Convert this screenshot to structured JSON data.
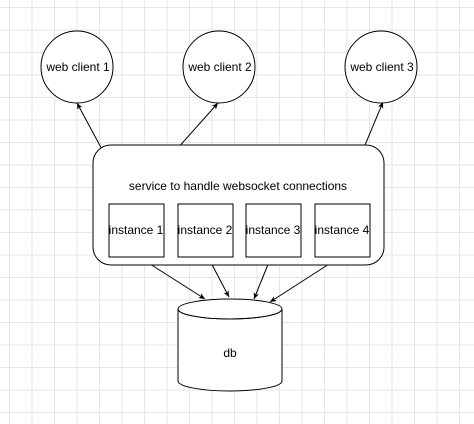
{
  "clients": [
    {
      "label": "web client 1"
    },
    {
      "label": "web client 2"
    },
    {
      "label": "web client 3"
    }
  ],
  "service": {
    "label": "service to handle websocket connections"
  },
  "instances": [
    {
      "label": "instance 1"
    },
    {
      "label": "instance 2"
    },
    {
      "label": "instance 3"
    },
    {
      "label": "instance 4"
    }
  ],
  "database": {
    "label": "db"
  }
}
